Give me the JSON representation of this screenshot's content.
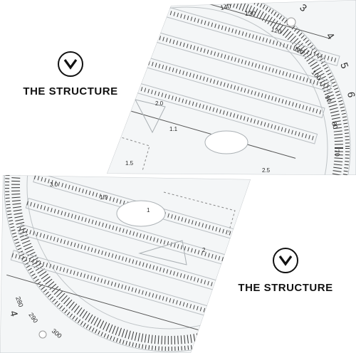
{
  "captions": [
    {
      "text": "THE STRUCTURE",
      "icon": "chevron-down-circle-icon"
    },
    {
      "text": "THE STRUCTURE",
      "icon": "chevron-down-circle-icon"
    }
  ],
  "ruler_top": {
    "arc_numbers": [
      "140",
      "130",
      "120",
      "110",
      "100",
      "90",
      "80",
      "70"
    ],
    "edge_numbers": [
      "3",
      "4",
      "5",
      "6"
    ],
    "scale_labels": [
      "2.0",
      "1.1",
      "1.5",
      "2.5"
    ]
  },
  "ruler_bottom": {
    "arc_numbers": [
      "280",
      "290",
      "300"
    ],
    "edge_numbers": [
      "4"
    ],
    "scale_labels": [
      "3.0",
      "1.5",
      "1",
      "2"
    ]
  },
  "colors": {
    "background": "#ffffff",
    "plastic": "#f4f6f7",
    "ink": "#2a2a2a",
    "caption_text": "#111111"
  }
}
